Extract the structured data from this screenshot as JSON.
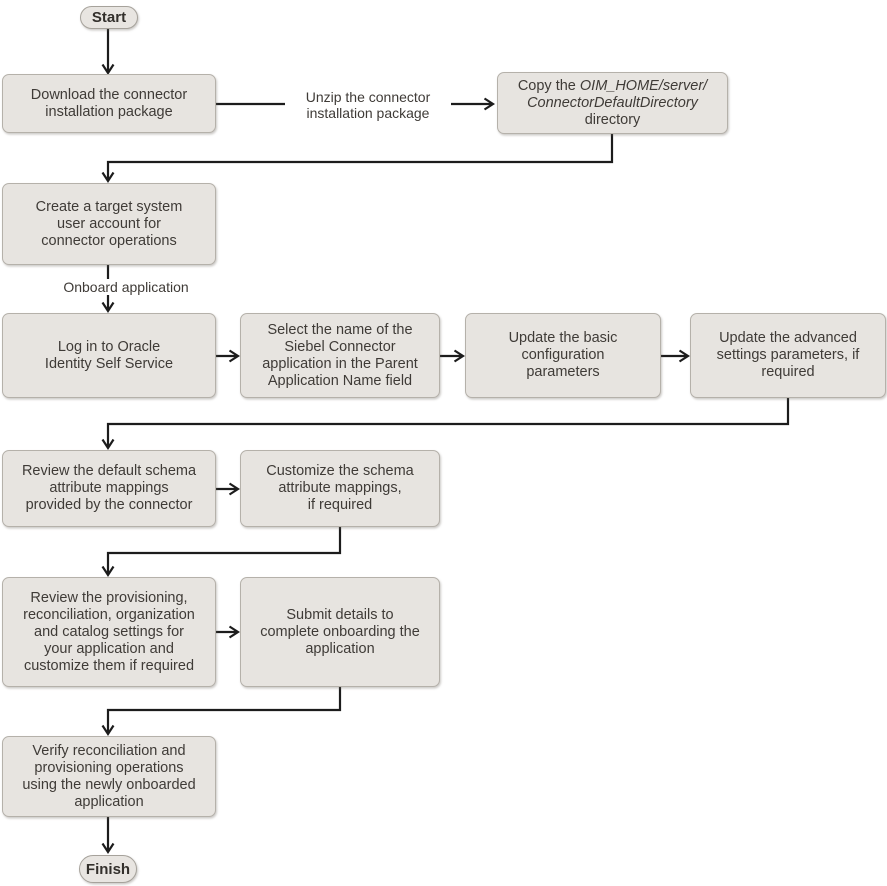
{
  "diagram": {
    "type": "flowchart",
    "description_colors": {
      "background": "#ffffff",
      "node_fill": "#e7e4e0",
      "node_border": "#b5b1aa",
      "terminal_border": "#a6a29b",
      "text": "#3f3b37",
      "arrow": "#1c1c1c"
    }
  },
  "terminals": {
    "start": "Start",
    "finish": "Finish"
  },
  "nodes": [
    {
      "id": "download",
      "lines": [
        "Download the connector",
        "installation package"
      ]
    },
    {
      "id": "create-account",
      "lines": [
        "Create a target system",
        "user account for",
        "connector operations"
      ]
    },
    {
      "id": "login",
      "lines": [
        "Log in to Oracle",
        "Identity Self Service"
      ]
    },
    {
      "id": "select-name",
      "lines": [
        "Select the name of the",
        "Siebel Connector",
        "application in the Parent",
        "Application Name field"
      ]
    },
    {
      "id": "basic-config",
      "lines": [
        "Update the basic",
        "configuration",
        "parameters"
      ]
    },
    {
      "id": "advanced-settings",
      "lines": [
        "Update the advanced",
        "settings parameters, if",
        "required"
      ]
    },
    {
      "id": "review-schema",
      "lines": [
        "Review the default schema",
        "attribute mappings",
        "provided by the connector"
      ]
    },
    {
      "id": "customize-schema",
      "lines": [
        "Customize the schema",
        "attribute mappings,",
        "if required"
      ]
    },
    {
      "id": "review-settings",
      "lines": [
        "Review the provisioning,",
        "reconciliation, organization",
        "and catalog settings for",
        "your application and",
        "customize them if required"
      ]
    },
    {
      "id": "submit-details",
      "lines": [
        "Submit details to",
        "complete onboarding the",
        "application"
      ]
    },
    {
      "id": "verify-operations",
      "lines": [
        "Verify reconciliation and",
        "provisioning operations",
        "using the newly onboarded",
        "application"
      ]
    }
  ],
  "copy_box": {
    "line1_normal": "Copy the ",
    "line1_italic": "OIM_HOME/server/",
    "line2_italic": "ConnectorDefaultDirectory",
    "line3_normal": "directory"
  },
  "edge_labels": {
    "unzip": [
      "Unzip the connector",
      "installation package"
    ],
    "onboard": "Onboard application"
  }
}
